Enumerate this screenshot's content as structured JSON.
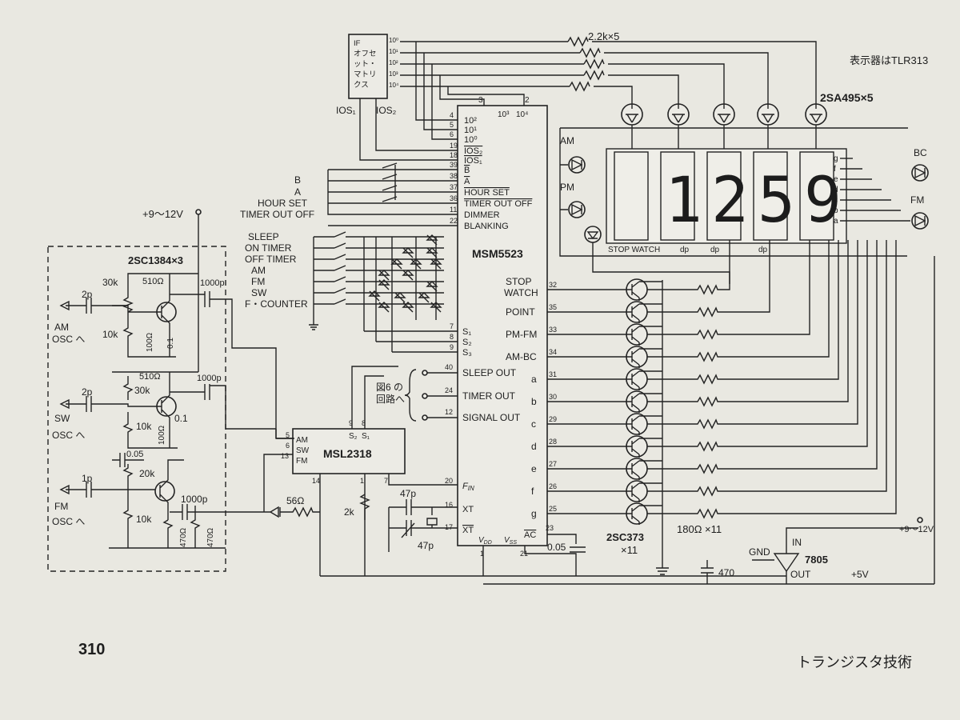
{
  "header": {
    "display_note": "表示器はTLR313"
  },
  "matrix_box": {
    "title": "IF\nオフセ\nット・\nマトリ\nクス",
    "pins": [
      "10⁰",
      "10¹",
      "10²",
      "10³",
      "10⁴"
    ],
    "out1": "IOS₁",
    "out2": "IOS₂"
  },
  "resistor_top": "2.2k×5",
  "pnp_label": "2SA495×5",
  "supply_left": "+9〜12V",
  "osc_block": {
    "transistor_label": "2SC1384×3",
    "am_label": "AM\nOSC へ",
    "sw_label": "SW\nOSC へ",
    "fm_label": "FM\nOSC へ",
    "cap_am": "2p",
    "cap_sw": "2p",
    "cap_fm": "1p",
    "r_am1": "30k",
    "r_am2": "10k",
    "r_am3": "510Ω",
    "r_am4": "100Ω",
    "c_am": "0.1",
    "c_am_out": "1000p",
    "r_sw1": "510Ω",
    "r_sw2": "30k",
    "r_sw3": "10k",
    "r_sw4": "100Ω",
    "c_sw": "0.1",
    "c_sw_out": "1000p",
    "c_fm1": "0.05",
    "r_fm1": "20k",
    "r_fm2": "10k",
    "c_fm_out": "1000p",
    "r_fm3": "470Ω",
    "r_fm4": "470Ω"
  },
  "switch_labels": {
    "b": "B",
    "a": "A",
    "hour_set": "HOUR SET",
    "timer_out_off": "TIMER OUT OFF",
    "sleep": "SLEEP",
    "on_timer": "ON TIMER",
    "off_timer": "OFF TIMER",
    "am": "AM",
    "fm": "FM",
    "sw": "SW",
    "f_counter": "F・COUNTER"
  },
  "msm": {
    "name": "MSM5523",
    "left_pins": [
      {
        "num": "4",
        "name": "10²"
      },
      {
        "num": "5",
        "name": "10¹"
      },
      {
        "num": "6",
        "name": "10⁰"
      },
      {
        "num": "19",
        "name": "IOS₂"
      },
      {
        "num": "18",
        "name": "IOS₁"
      },
      {
        "num": "39",
        "name": "B"
      },
      {
        "num": "38",
        "name": "A"
      },
      {
        "num": "37",
        "name": "HOUR SET"
      },
      {
        "num": "36",
        "name": "TIMER OUT OFF"
      },
      {
        "num": "11",
        "name": "DIMMER"
      },
      {
        "num": "22",
        "name": "BLANKING"
      }
    ],
    "top_pins": [
      {
        "num": "3",
        "name": "10³"
      },
      {
        "num": "2",
        "name": "10⁴"
      }
    ],
    "s_pins": [
      {
        "num": "7",
        "name": "S₁"
      },
      {
        "num": "8",
        "name": "S₂"
      },
      {
        "num": "9",
        "name": "S₃"
      }
    ],
    "inner_right": [
      {
        "name": "STOP\nWATCH",
        "num": "32"
      },
      {
        "name": "POINT",
        "num": "35"
      },
      {
        "name": "PM-FM",
        "num": "33"
      },
      {
        "name": "AM-BC",
        "num": "34"
      },
      {
        "name": "a",
        "num": "31"
      },
      {
        "name": "b",
        "num": "30"
      },
      {
        "name": "c",
        "num": "29"
      },
      {
        "name": "d",
        "num": "28"
      },
      {
        "name": "e",
        "num": "27"
      },
      {
        "name": "f",
        "num": "26"
      },
      {
        "name": "g",
        "num": "25"
      }
    ],
    "outputs": [
      {
        "name": "SLEEP OUT",
        "num": "40"
      },
      {
        "name": "TIMER OUT",
        "num": "24"
      },
      {
        "name": "SIGNAL OUT",
        "num": "12"
      }
    ],
    "bottom": {
      "fin": "F_IN",
      "fin_num": "20",
      "xt": "XT",
      "xt_num": "16",
      "xtb": "XT",
      "xtb_num": "17",
      "ac": "AC",
      "ac_num": "23",
      "vdd": "V_DD",
      "vss": "V_SS",
      "vdd_num": "1",
      "vss_num": "21"
    }
  },
  "fig_ref": "図6 の\n回路へ",
  "msl": {
    "name": "MSL2318",
    "pin_am": "AM",
    "pin_sw": "SW",
    "pin_fm": "FM",
    "n5": "5",
    "n6": "6",
    "n13": "13",
    "n14": "14",
    "n1": "1",
    "n7": "7",
    "n9": "9",
    "n8": "8",
    "s2": "S₂",
    "s1": "S₁"
  },
  "crystal": {
    "c1": "47p",
    "c2": "47p",
    "r": "2k",
    "c_ac": "0.05",
    "r_diode": "56Ω"
  },
  "display": {
    "digits": [
      "",
      "1",
      "2,",
      "5",
      "9"
    ],
    "dp": "dp",
    "stop_watch": "STOP WATCH",
    "segs": [
      "g",
      "f",
      "e",
      "d",
      "c",
      "b",
      "a"
    ]
  },
  "leds": {
    "am": "AM",
    "pm": "PM",
    "bc": "BC",
    "fm": "FM"
  },
  "npn": {
    "label": "2SC373\n×11",
    "res": "180Ω ×11"
  },
  "regulator": {
    "name": "7805",
    "in": "IN",
    "out": "OUT",
    "gnd": "GND",
    "vin": "+9〜12V",
    "vout": "+5V",
    "cap": "470"
  },
  "footer": {
    "page": "310",
    "book": "トランジスタ技術"
  }
}
